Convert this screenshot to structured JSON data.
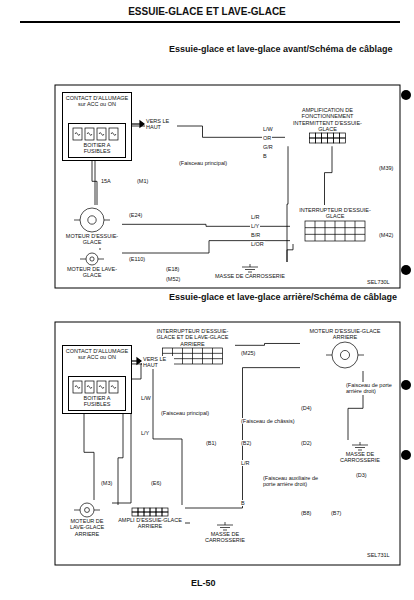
{
  "diagram": {
    "title": "ESSUIE-GLACE ET LAVE-GLACE",
    "nodes": [
      {
        "text": [
          "CONTACT D'ALLUMAGE sur ACC ou ON"
        ]
      },
      {
        "text": [
          "BOITIER A FUSIBLES"
        ],
        "in": 0
      },
      {
        "text": [
          "AMPLIFICATION DE FONCTIONNEMENT INTERMITTENT D'ESSUIE-GLACE"
        ]
      },
      {
        "text": [
          "MOTEUR D'ESSUIE-GLACE"
        ]
      },
      {
        "text": [
          "MOTEUR DE LAVE-GLACE"
        ]
      },
      {
        "text": [
          "INTERRUPTEUR D'ESSUIE-GLACE"
        ]
      },
      {
        "text": [
          "MASSE DE CARROSSERIE"
        ]
      },
      {
        "text": [
          "INTERRUPTEUR D'ESSUIE-GLACE ET DE LAVE-GLACE ARRIERE"
        ]
      },
      {
        "text": [
          "CONTACT D'ALLUMAGE sur ACC ou ON"
        ]
      },
      {
        "text": [
          "BOITIER A FUSIBLES"
        ],
        "in": 8
      },
      {
        "text": [
          "MOTEUR D'ESSUIE-GLACE ARRIERE"
        ]
      },
      {
        "text": [
          "MOTEUR DE LAVE-GLACE ARRIERE"
        ]
      },
      {
        "text": [
          "AMPLI D'ESSUIE-GLACE ARRIERE"
        ]
      },
      {
        "text": [
          "MASSE DE CARROSSERIE"
        ]
      },
      {
        "text": [
          "MASSE DE CARROSSERIE"
        ]
      }
    ],
    "edges": [
      {
        "from": 1,
        "to": 2,
        "arrow": "none"
      },
      {
        "from": 1,
        "to": 3,
        "arrow": "none"
      },
      {
        "from": 1,
        "to": 4,
        "arrow": "none"
      },
      {
        "from": 2,
        "to": 5,
        "arrow": "none"
      },
      {
        "from": 3,
        "to": 5,
        "arrow": "none"
      },
      {
        "from": 4,
        "to": 5,
        "arrow": "none"
      },
      {
        "from": 5,
        "to": 6,
        "arrow": "none"
      },
      {
        "from": 2,
        "to": 6,
        "arrow": "none"
      },
      {
        "from": 9,
        "to": 7,
        "arrow": "none"
      },
      {
        "from": 9,
        "to": 11,
        "arrow": "none"
      },
      {
        "from": 9,
        "to": 12,
        "arrow": "none"
      },
      {
        "from": 7,
        "to": 12,
        "arrow": "none"
      },
      {
        "from": 7,
        "to": 10,
        "arrow": "none"
      },
      {
        "from": 12,
        "to": 10,
        "arrow": "none"
      },
      {
        "from": 10,
        "to": 14,
        "arrow": "none"
      },
      {
        "from": 12,
        "to": 13,
        "arrow": "none"
      },
      {
        "from": 7,
        "to": 11,
        "arrow": "none"
      }
    ],
    "labels": [
      "Essuie-glace et lave-glace avant/Schéma de câblage",
      "VERS LE HAUT",
      "15A",
      "(M1)",
      "(Faisceau principal)",
      "L/W",
      "OR",
      "G/R",
      "B",
      "(M39)",
      "(E24)",
      "L/R",
      "L/Y",
      "B/R",
      "L/OR",
      "(M42)",
      "(E110)",
      "(E18)",
      "(M52)",
      "SEL730L",
      "Essuie-glace et lave-glace arrière/Schéma de câblage",
      "VERS LE HAUT",
      "(M25)",
      "L/W",
      "(Faisceau principal)",
      "(Faisceau de châssis)",
      "(B1)",
      "(B2)",
      "L/Y",
      "L/R",
      "(Faisceau de porte arrière droit)",
      "(D4)",
      "(D2)",
      "(D3)",
      "(Faisceau auxiliaire de porte arrière droit)",
      "(E6)",
      "(M3)",
      "(B8)",
      "(B7)",
      "B",
      "SEL731L",
      "EL-50"
    ]
  }
}
